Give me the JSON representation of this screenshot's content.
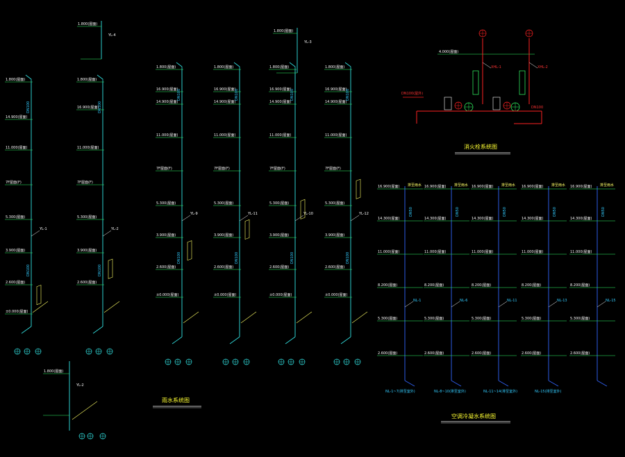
{
  "colors": {
    "background": "#000000",
    "riser_cyan": "#33e6e6",
    "floor_green": "#33ff66",
    "riser_blue": "#3366ff",
    "hydrant_red": "#ff2222",
    "label_yellow": "#ffff66",
    "label_white": "#ffffff",
    "fixture_cyan": "#33ccff"
  },
  "titles": {
    "rain": "雨水系统图",
    "hydrant": "消火栓系统图",
    "ac": "空调冷凝水系统图"
  },
  "rain_risers": {
    "floor_labels": [
      "1.800(屋面)",
      "16.900(屋面)",
      "14.900(屋面)",
      "11.000(屋面)",
      "7F屋面(F)",
      "5.300(屋面)",
      "3.900(屋面)",
      "2.600(屋面)",
      "±0.000(屋面)"
    ],
    "riser_tags": [
      "YL-1",
      "YL-2",
      "YL-9",
      "YL-11",
      "YL-10",
      "YL-12",
      "YL-4",
      "YL-3"
    ],
    "pipe_dn": "DN100"
  },
  "hydrant": {
    "floor_label": "4.000(屋面)",
    "riser_tags": [
      "XHL-1",
      "XHL-2"
    ],
    "pipe_dn": "DN100",
    "inlet_label": "DN100(屋外)"
  },
  "ac_risers": {
    "floor_labels": [
      "16.900(屋面)",
      "14.300(屋面)",
      "11.000(屋面)",
      "8.200(屋面)",
      "5.300(屋面)",
      "2.600(屋面)"
    ],
    "riser_tags": [
      "NL-1",
      "NL-6",
      "NL-11",
      "NL-13",
      "NL-15"
    ],
    "bottom_notes": [
      "NL-1~7(排至室外)",
      "NL-8~10(排至室外)",
      "NL-11~14(排至室外)",
      "NL-15(排至室外)"
    ],
    "pipe_dn": "DN50",
    "top_tag": "排至雨水"
  }
}
